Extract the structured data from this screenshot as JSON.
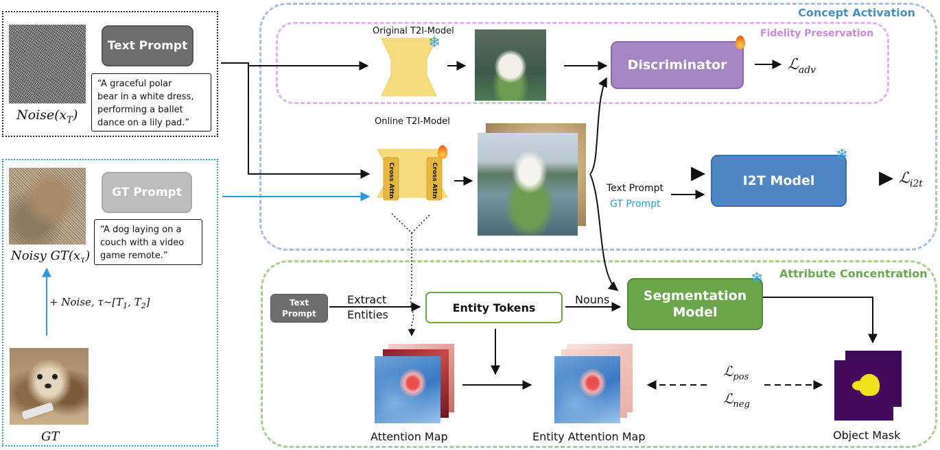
{
  "sections": {
    "concept_activation": "Concept Activation",
    "fidelity_preservation": "Fidelity Preservation",
    "attribute_concentration": "Attribute Concentration"
  },
  "inputs": {
    "noise_caption": "Noise(x",
    "noise_sub": "T",
    "noise_tail": ")",
    "text_prompt_button": "Text Prompt",
    "text_prompt_quote": [
      "“A graceful polar",
      "bear in a white dress,",
      "performing a ballet",
      "dance on a lily pad.”"
    ],
    "noisy_gt_caption": "Noisy GT(x",
    "noisy_gt_sub": "τ",
    "noisy_gt_tail": ")",
    "gt_prompt_button": "GT Prompt",
    "gt_prompt_quote": [
      "“A dog laying on a",
      "couch with a video",
      "game remote.”"
    ],
    "noise_step": "+ Noise, τ~[T",
    "noise_step_sub1": "1",
    "noise_step_mid": ", T",
    "noise_step_sub2": "2",
    "noise_step_tail": "]",
    "gt_caption": "GT"
  },
  "models": {
    "original_t2i": "Original T2I-Model",
    "online_t2i": "Online T2I-Model",
    "cross_attn": "Cross Attn",
    "discriminator": "Discriminator",
    "i2t_model": "I2T Model",
    "segmentation_model_line1": "Segmentation",
    "segmentation_model_line2": "Model"
  },
  "losses": {
    "adv": "adv",
    "i2t": "i2t",
    "pos": "pos",
    "neg": "neg"
  },
  "labels": {
    "text_prompt_small_line1": "Text",
    "text_prompt_small_line2": "Prompt",
    "extract_entities_line1": "Extract",
    "extract_entities_line2": "Entities",
    "entity_tokens": "Entity Tokens",
    "nouns": "Nouns",
    "i2t_text_prompt": "Text Prompt",
    "i2t_gt_prompt": "GT Prompt",
    "attention_map": "Attention Map",
    "entity_attention_map": "Entity Attention Map",
    "object_mask": "Object Mask"
  },
  "colors": {
    "concept_activation": "#4a90c8",
    "fidelity_preservation": "#c98ad6",
    "attribute_concentration": "#6aa84f",
    "discriminator": "#a585c2",
    "i2t_model": "#4e86c6",
    "segmentation": "#6aa64a",
    "unet": "#f6dc7e",
    "gt_blue": "#2b9be0"
  },
  "icons": {
    "frozen": "snowflake-icon",
    "trainable": "fire-icon"
  }
}
